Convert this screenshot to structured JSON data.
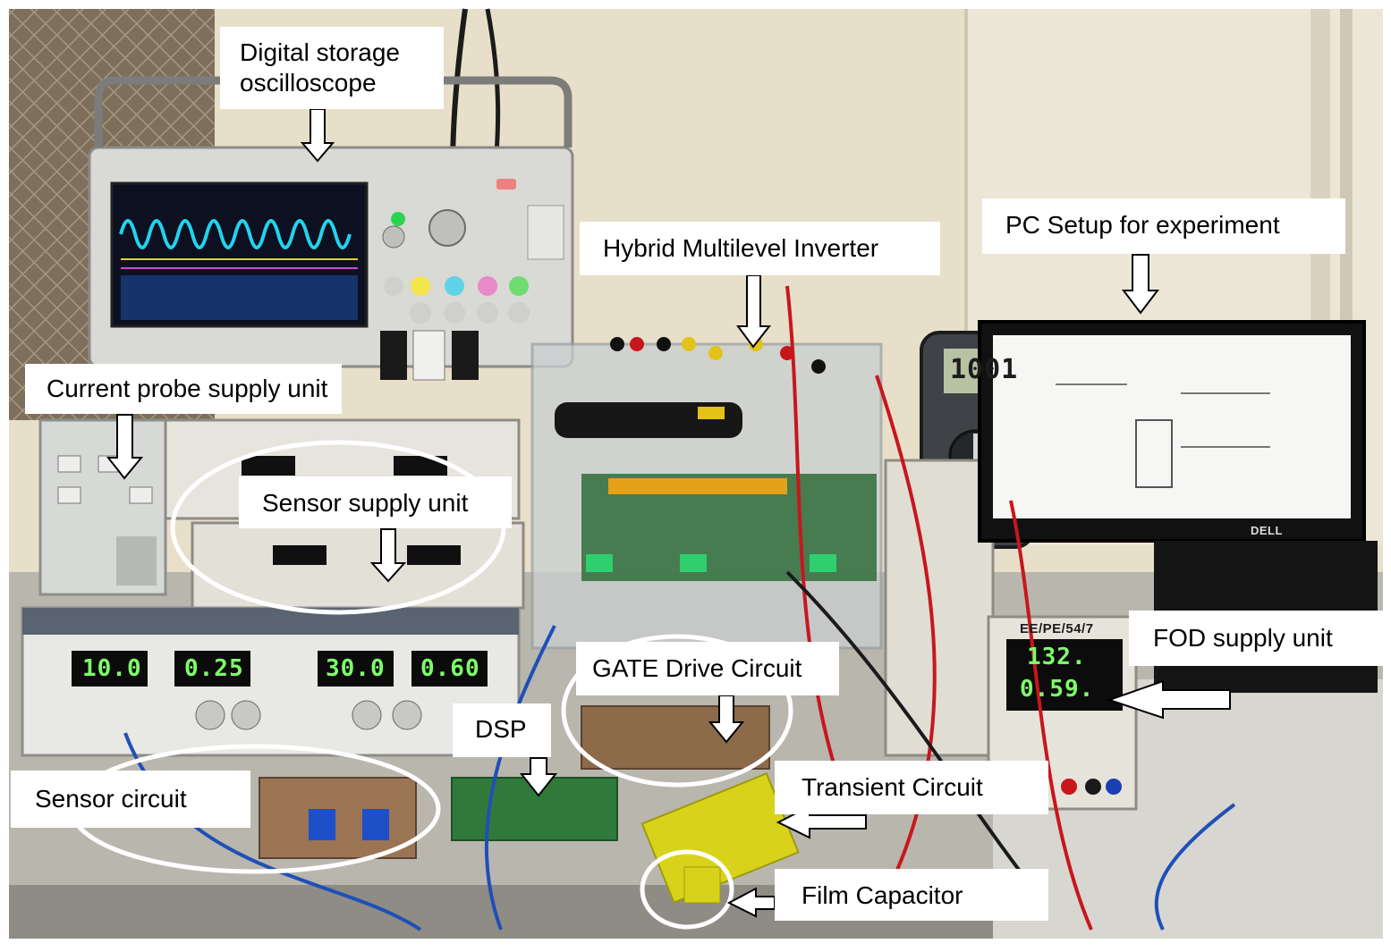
{
  "labels": {
    "dso_line1": "Digital storage",
    "dso_line2": "oscilloscope",
    "current_probe": "Current probe supply unit",
    "sensor_supply": "Sensor supply unit",
    "hybrid_inverter": "Hybrid Multilevel Inverter",
    "pc_setup": "PC Setup for experiment",
    "fod_supply": "FOD supply unit",
    "gate_drive": "GATE Drive Circuit",
    "dsp": "DSP",
    "sensor_circuit": "Sensor circuit",
    "transient_circuit": "Transient Circuit",
    "film_capacitor": "Film Capacitor"
  },
  "readouts": {
    "psu_v1": "10.0",
    "psu_a1": "0.25",
    "psu_v2": "30.0",
    "psu_a2": "0.60",
    "fod_v": "132.",
    "fod_a": "0.59.",
    "multimeter": "1001",
    "fod_tag": "EE/PE/54/7",
    "monitor_brand": "DELL"
  },
  "colors": {
    "wall": "#e9e0c9",
    "bench": "#c9c7c0",
    "label_bg": "#ffffff",
    "ellipse": "#ffffff",
    "pcb_yellow": "#d8d31a",
    "pcb_green": "#2f7a3a",
    "screen_cyan": "#22d3ee",
    "led_green": "#7dff6a"
  }
}
